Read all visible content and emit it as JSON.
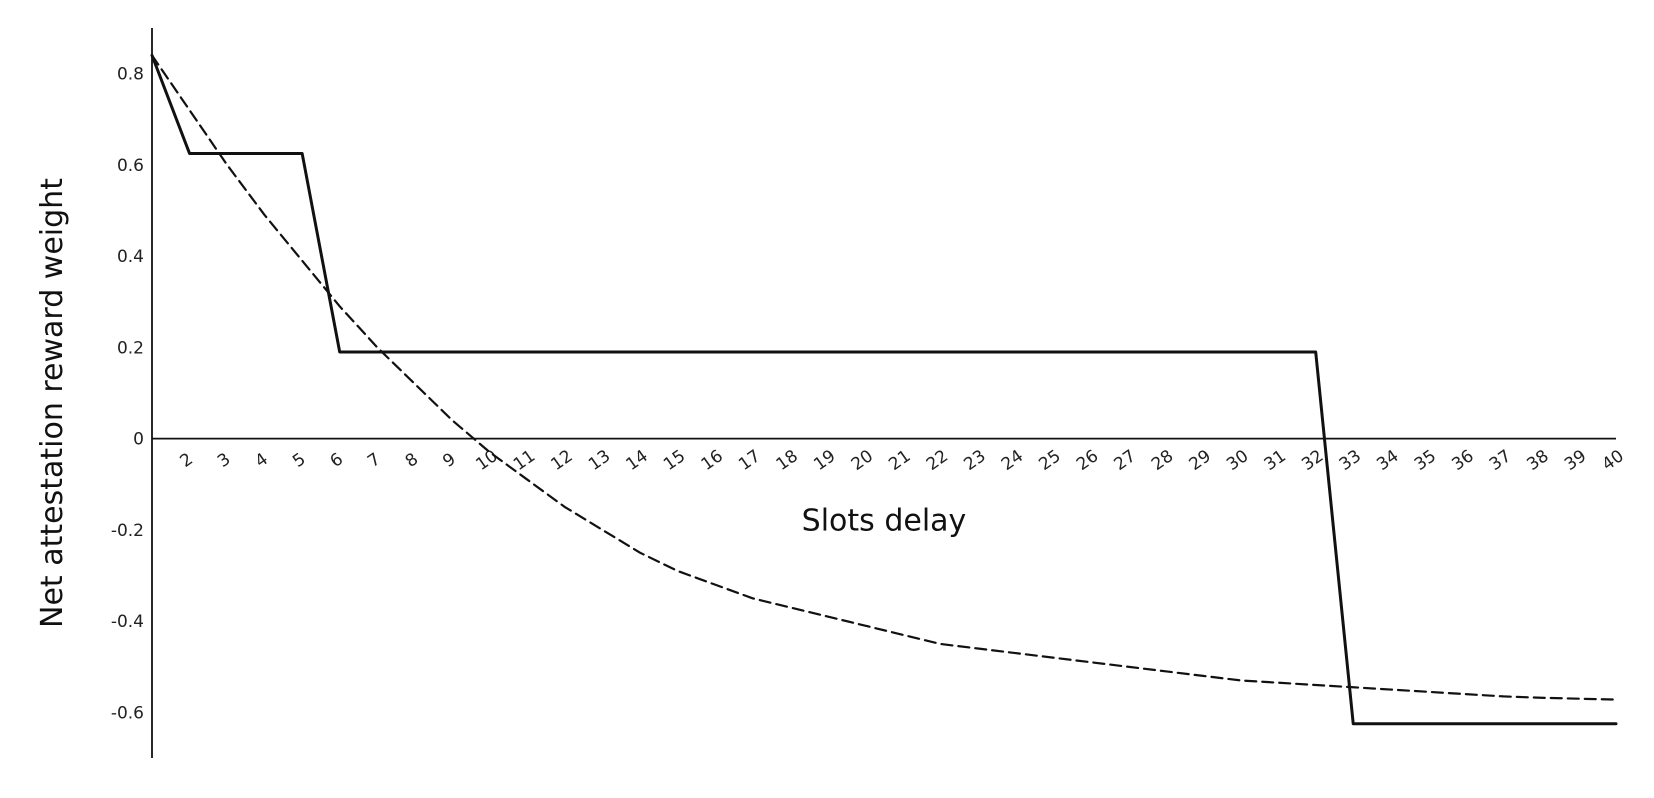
{
  "chart_data": {
    "type": "line",
    "title": "",
    "xlabel": "Slots delay",
    "ylabel": "Net attestation reward weight",
    "xlim": [
      1,
      40
    ],
    "ylim": [
      -0.7,
      0.9
    ],
    "x_ticks": [
      2,
      3,
      4,
      5,
      6,
      7,
      8,
      9,
      10,
      11,
      12,
      13,
      14,
      15,
      16,
      17,
      18,
      19,
      20,
      21,
      22,
      23,
      24,
      25,
      26,
      27,
      28,
      29,
      30,
      31,
      32,
      33,
      34,
      35,
      36,
      37,
      38,
      39,
      40
    ],
    "y_ticks": [
      {
        "value": 0.8,
        "label": "0.8"
      },
      {
        "value": 0.6,
        "label": "0.6"
      },
      {
        "value": 0.4,
        "label": "0.4"
      },
      {
        "value": 0.2,
        "label": "0.2"
      },
      {
        "value": 0,
        "label": "0"
      },
      {
        "value": -0.2,
        "label": "-0.2"
      },
      {
        "value": -0.4,
        "label": "-0.4"
      },
      {
        "value": -0.6,
        "label": "-0.6"
      }
    ],
    "grid": false,
    "legend": "none",
    "series": [
      {
        "style": "solid",
        "x": [
          1,
          2,
          3,
          4,
          5,
          6,
          7,
          8,
          9,
          10,
          11,
          12,
          13,
          14,
          15,
          16,
          17,
          18,
          19,
          20,
          21,
          22,
          23,
          24,
          25,
          26,
          27,
          28,
          29,
          30,
          31,
          32,
          33,
          34,
          35,
          36,
          37,
          38,
          39,
          40
        ],
        "y": [
          0.84,
          0.625,
          0.625,
          0.625,
          0.625,
          0.19,
          0.19,
          0.19,
          0.19,
          0.19,
          0.19,
          0.19,
          0.19,
          0.19,
          0.19,
          0.19,
          0.19,
          0.19,
          0.19,
          0.19,
          0.19,
          0.19,
          0.19,
          0.19,
          0.19,
          0.19,
          0.19,
          0.19,
          0.19,
          0.19,
          0.19,
          0.19,
          -0.625,
          -0.625,
          -0.625,
          -0.625,
          -0.625,
          -0.625,
          -0.625,
          -0.625
        ]
      },
      {
        "style": "dashed",
        "x": [
          1,
          2,
          3,
          4,
          5,
          6,
          7,
          8,
          9,
          10,
          11,
          12,
          13,
          14,
          15,
          16,
          17,
          18,
          19,
          20,
          21,
          22,
          23,
          24,
          25,
          26,
          27,
          28,
          29,
          30,
          31,
          32,
          33,
          34,
          35,
          36,
          37,
          38,
          39,
          40
        ],
        "y": [
          0.84,
          0.72,
          0.6,
          0.49,
          0.39,
          0.29,
          0.2,
          0.12,
          0.04,
          -0.03,
          -0.09,
          -0.15,
          -0.2,
          -0.25,
          -0.29,
          -0.32,
          -0.35,
          -0.37,
          -0.39,
          -0.41,
          -0.43,
          -0.45,
          -0.46,
          -0.47,
          -0.48,
          -0.49,
          -0.5,
          -0.51,
          -0.52,
          -0.53,
          -0.535,
          -0.54,
          -0.545,
          -0.55,
          -0.555,
          -0.56,
          -0.565,
          -0.568,
          -0.57,
          -0.572
        ]
      }
    ]
  }
}
